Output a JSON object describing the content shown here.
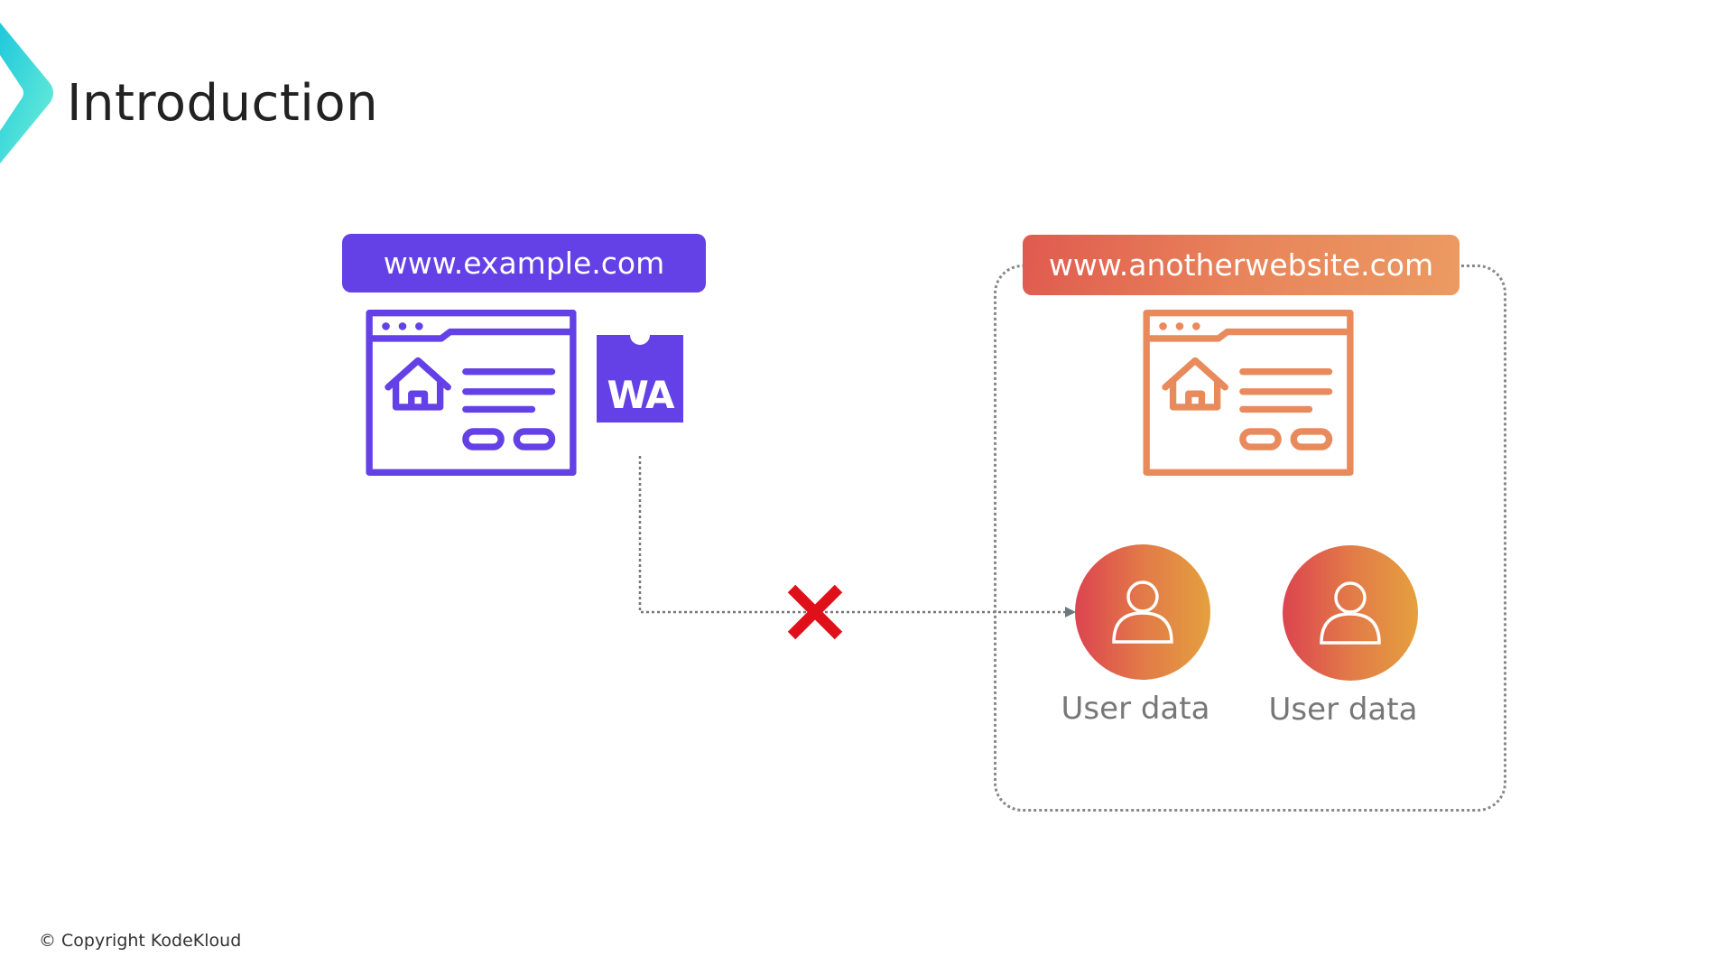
{
  "title": "Introduction",
  "colors": {
    "purple": "#6441e6",
    "orange_start": "#e05a4f",
    "orange_end": "#ec9a62",
    "red_x": "#e0101a",
    "gray": "#888888"
  },
  "left_site": {
    "label": "www.example.com",
    "badge": "WA"
  },
  "right_site": {
    "label": "www.anotherwebsite.com",
    "users": [
      {
        "label": "User data"
      },
      {
        "label": "User data"
      }
    ]
  },
  "connection": {
    "status_icon": "blocked-x-icon"
  },
  "footer": {
    "copyright": "© Copyright KodeKloud"
  }
}
